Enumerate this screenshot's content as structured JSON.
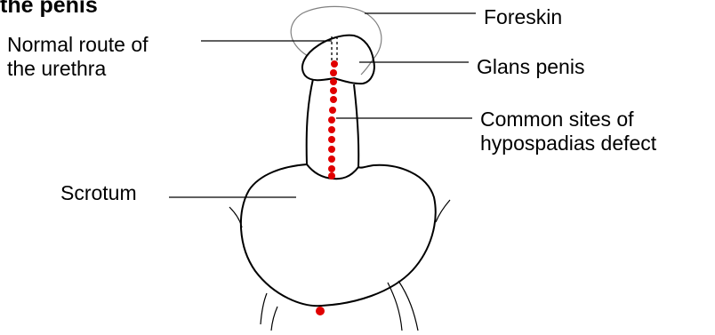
{
  "title": "the penis",
  "labels": {
    "foreskin": "Foreskin",
    "normal_route_line1": "Normal route of",
    "normal_route_line2": "the urethra",
    "glans": "Glans penis",
    "common_sites_line1": "Common sites of",
    "common_sites_line2": "hypospadias defect",
    "scrotum": "Scrotum"
  },
  "colors": {
    "outline": "#000000",
    "foreskin_outline": "#808080",
    "defect_dots": "#e00000"
  }
}
